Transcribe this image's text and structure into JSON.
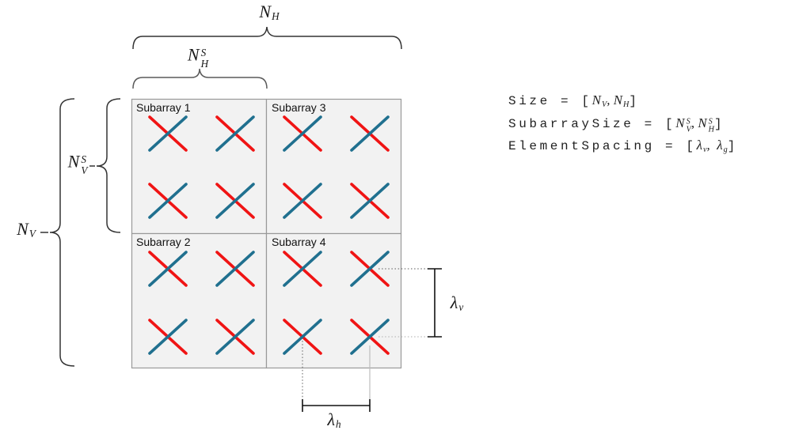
{
  "colors": {
    "element_red": "#f01414",
    "element_blue": "#20708f",
    "array_fill": "#f2f2f2",
    "array_border": "#999999",
    "brace": "#333333",
    "brace_light": "#5a5a5a",
    "measure": "#111111",
    "dotted_dark": "#7a7a7a",
    "dotted_light": "#bdbdbd"
  },
  "array": {
    "subarrays": [
      {
        "label": "Subarray 1"
      },
      {
        "label": "Subarray 3"
      },
      {
        "label": "Subarray 2"
      },
      {
        "label": "Subarray 4"
      }
    ]
  },
  "dimension_labels": {
    "n_h": {
      "base": "N",
      "sub": "H"
    },
    "n_h_s": {
      "base": "N",
      "sub": "H",
      "sup": "S"
    },
    "n_v": {
      "base": "N",
      "sub": "V"
    },
    "n_v_s": {
      "base": "N",
      "sub": "V",
      "sup": "S"
    }
  },
  "spacing_labels": {
    "lambda_v": {
      "base": "λ",
      "sub": "v"
    },
    "lambda_h": {
      "base": "λ",
      "sub": "h"
    }
  },
  "code_panel": {
    "lines": [
      {
        "pre": "Size = [",
        "m1": {
          "base": "N",
          "sub": "V"
        },
        "sep": ", ",
        "m2": {
          "base": "N",
          "sub": "H"
        },
        "post": "]"
      },
      {
        "pre": "SubarraySize = [",
        "m1": {
          "base": "N",
          "sub": "V",
          "sup": "S"
        },
        "sep": ", ",
        "m2": {
          "base": "N",
          "sub": "H",
          "sup": "S"
        },
        "post": "]"
      },
      {
        "pre": "ElementSpacing = [",
        "m1": {
          "base": "λ",
          "sub": "v"
        },
        "sep": ",  ",
        "m2": {
          "base": "λ",
          "sub": "g"
        },
        "post": "]"
      }
    ]
  }
}
